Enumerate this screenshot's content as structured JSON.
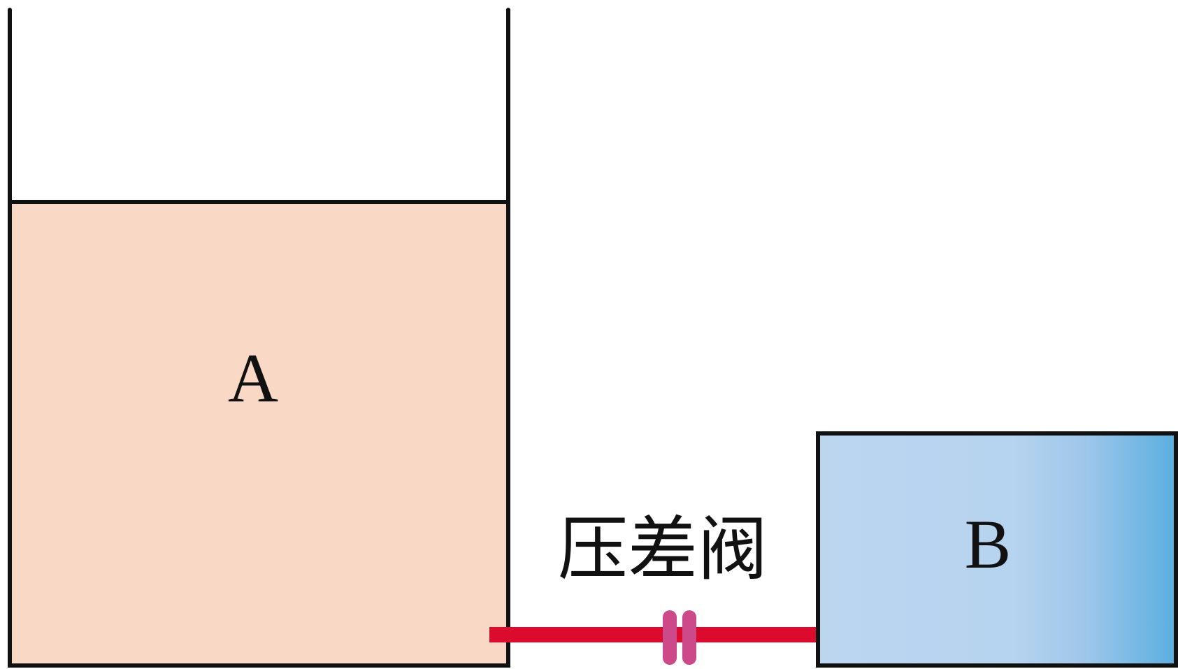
{
  "diagram": {
    "container_a": {
      "label": "A"
    },
    "container_b": {
      "label": "B"
    },
    "valve": {
      "label": "压差阀"
    }
  },
  "colors": {
    "outline": "#111111",
    "liquid_a": "#f9d9c6",
    "container_b_light": "#bcd6f0",
    "container_b_dark": "#5aaee0",
    "pipe": "#dc0a2d",
    "valve": "#cc4a8a"
  }
}
